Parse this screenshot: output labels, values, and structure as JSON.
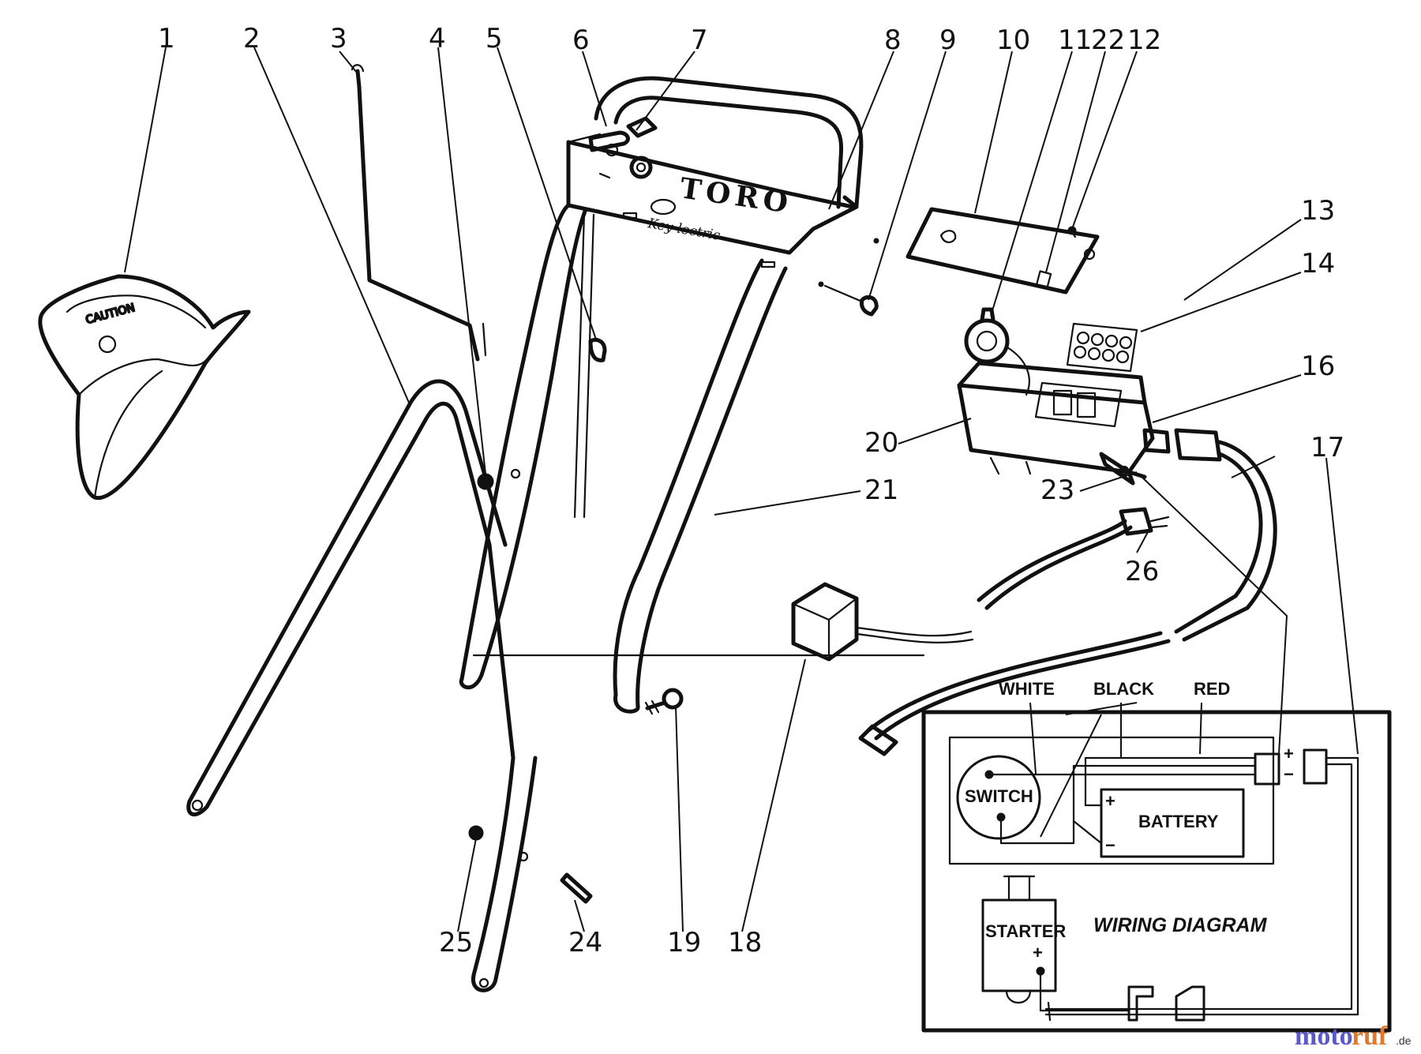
{
  "callouts": [
    "1",
    "2",
    "3",
    "4",
    "5",
    "6",
    "7",
    "8",
    "9",
    "10",
    "11",
    "22",
    "12",
    "13",
    "14",
    "16",
    "20",
    "21",
    "23",
    "17",
    "26",
    "18",
    "19",
    "24",
    "25"
  ],
  "handle_brand": "TORO",
  "handle_subbrand": "Key-lectric",
  "wiring": {
    "title": "WIRING DIAGRAM",
    "wire_white": "WHITE",
    "wire_black": "BLACK",
    "wire_red": "RED",
    "switch": "SWITCH",
    "battery": "BATTERY",
    "starter": "STARTER",
    "plus": "+",
    "minus": "−"
  },
  "watermark": {
    "part_a": "moto",
    "part_b": "ruf",
    "suffix": ".de"
  }
}
